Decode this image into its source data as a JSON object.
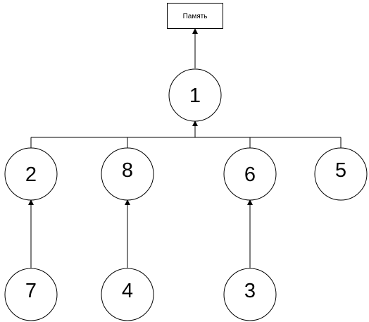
{
  "memory": {
    "label": "Память"
  },
  "nodes": {
    "root": "1",
    "n2": "2",
    "n8": "8",
    "n6": "6",
    "n5": "5",
    "n7": "7",
    "n4": "4",
    "n3": "3"
  },
  "colors": {
    "stroke": "#000000",
    "fill": "#ffffff",
    "text": "#000000"
  }
}
